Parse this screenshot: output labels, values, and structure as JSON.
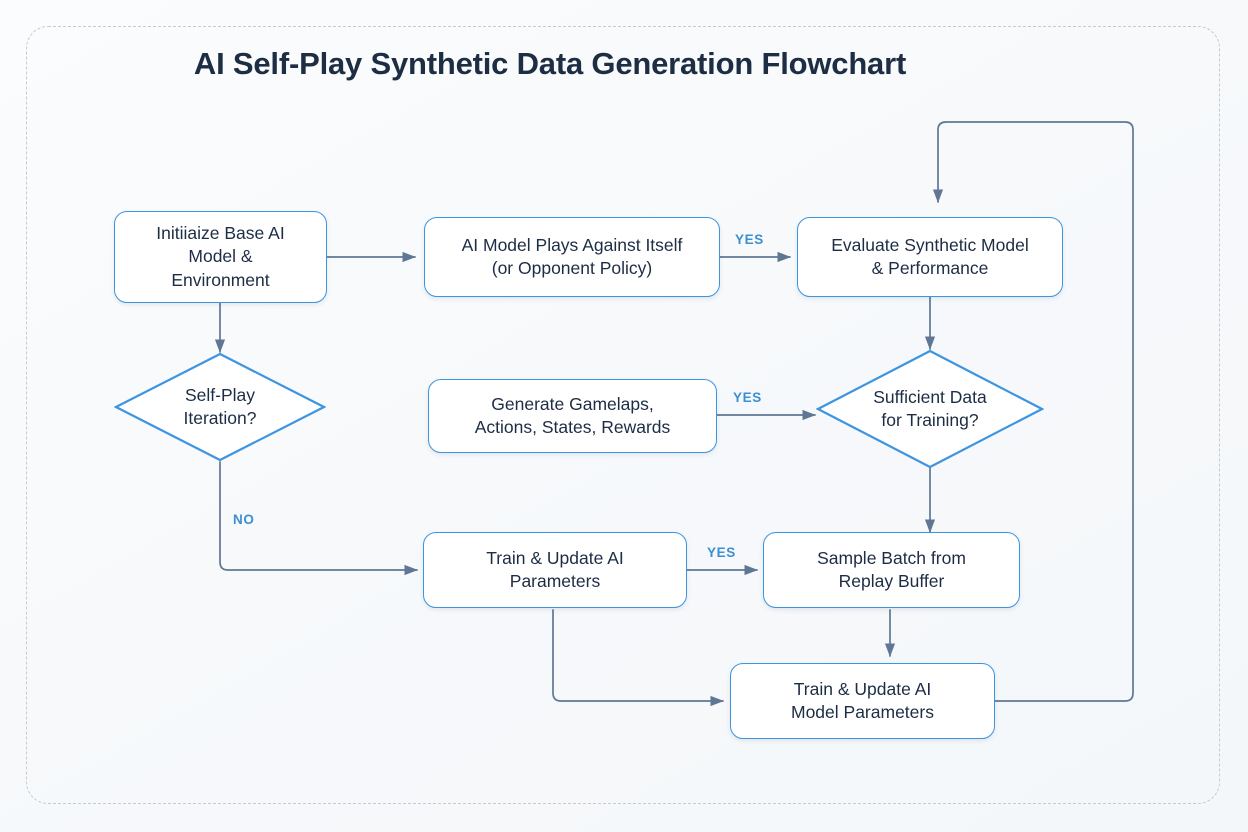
{
  "page": {
    "title": "AI Self-Play Synthetic Data Generation Flowchart",
    "accent_color": "#3d94e0",
    "text_color": "#1d2d44",
    "edge_color": "#5f7794",
    "edge_label_color": "#3d8fd4",
    "frame_color": "#c3cbda",
    "background": "#f7f9fb"
  },
  "nodes": [
    {
      "id": "init",
      "shape": "rounded-rect",
      "label": "Initiiaize Base AI\nModel &\nEnvironment"
    },
    {
      "id": "selfplay",
      "shape": "rounded-rect",
      "label": "AI Model Plays Against Itself\n(or Opponent Policy)"
    },
    {
      "id": "evaluate",
      "shape": "rounded-rect",
      "label": "Evaluate Synthetic Model\n& Performance"
    },
    {
      "id": "iteration",
      "shape": "diamond",
      "label": "Self-Play\nIteration?"
    },
    {
      "id": "generate",
      "shape": "rounded-rect",
      "label": "Generate Gamelaps,\nActions, States, Rewards"
    },
    {
      "id": "sufficient",
      "shape": "diamond",
      "label": "Sufficient Data\nfor Training?"
    },
    {
      "id": "trainai",
      "shape": "rounded-rect",
      "label": "Train & Update AI\nParameters"
    },
    {
      "id": "sample",
      "shape": "rounded-rect",
      "label": "Sample Batch from\nReplay Buffer"
    },
    {
      "id": "trainmodel",
      "shape": "rounded-rect",
      "label": "Train & Update AI\nModel Parameters"
    }
  ],
  "edge_labels": [
    {
      "id": "yes-selfplay-evaluate",
      "text": "YES"
    },
    {
      "id": "yes-generate-sufficient",
      "text": "YES"
    },
    {
      "id": "yes-trainai-sample",
      "text": "YES"
    },
    {
      "id": "no-iteration-trainai",
      "text": "NO"
    }
  ]
}
